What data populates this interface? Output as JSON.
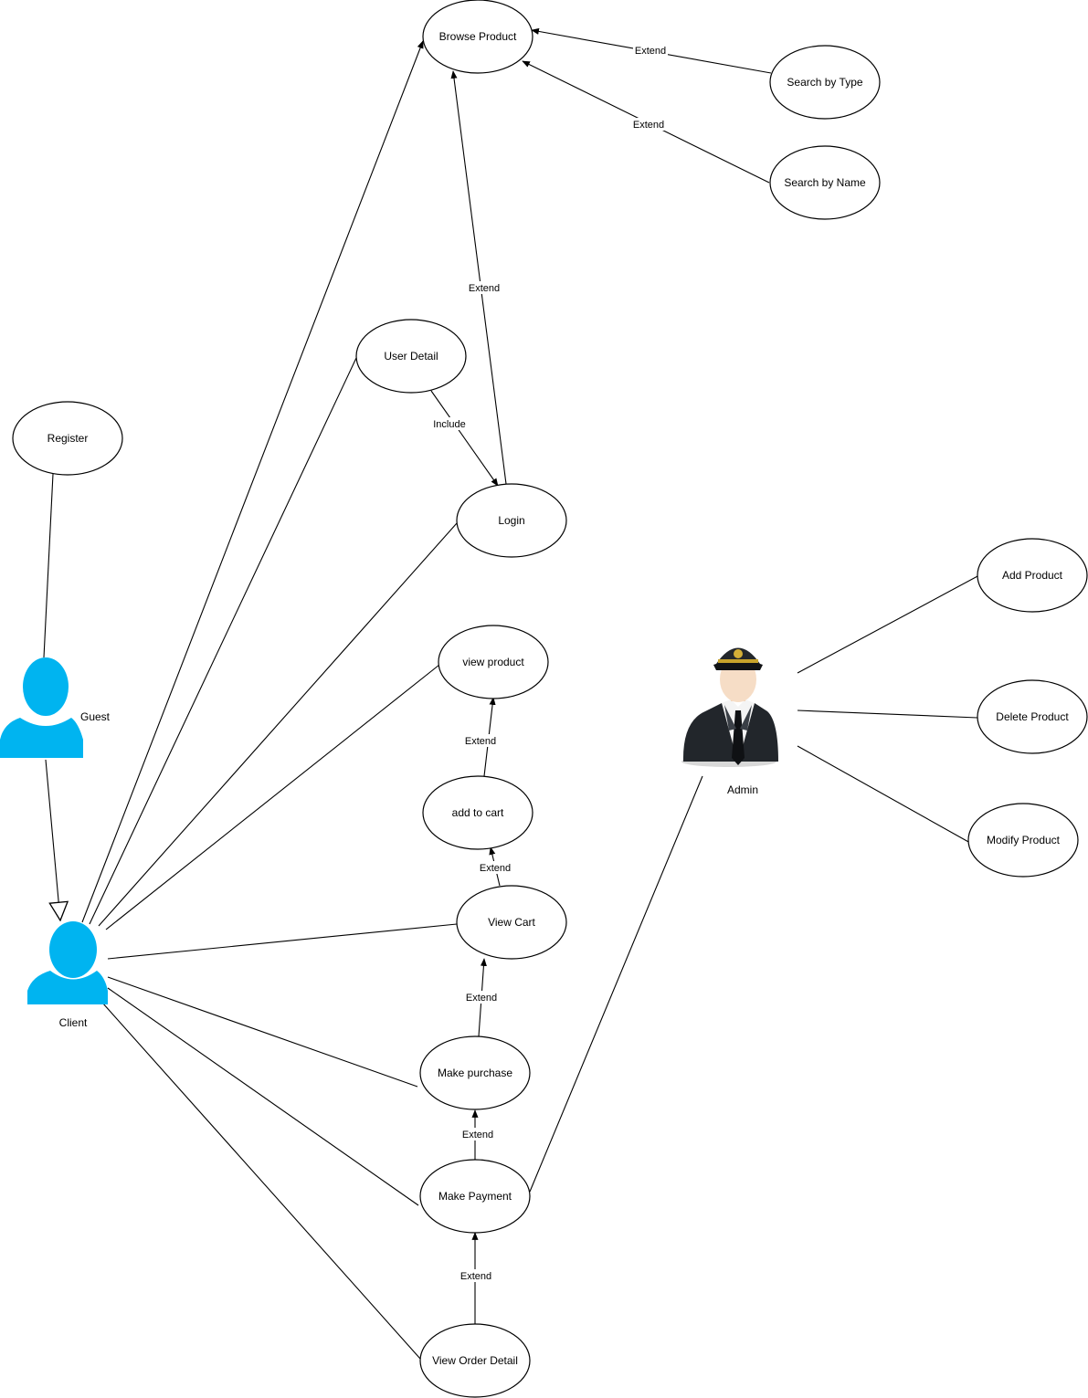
{
  "colors": {
    "actor_fill": "#00b4f0",
    "line": "#000000",
    "background": "#ffffff"
  },
  "actors": {
    "guest": {
      "label": "Guest",
      "icon": "user-silhouette-icon"
    },
    "client": {
      "label": "Client",
      "icon": "user-silhouette-icon"
    },
    "admin": {
      "label": "Admin",
      "icon": "pilot-admin-avatar-icon"
    }
  },
  "use_cases": {
    "browse_product": "Browse Product",
    "search_by_type": "Search by Type",
    "search_by_name": "Search by Name",
    "user_detail": "User Detail",
    "register": "Register",
    "login": "Login",
    "view_product": "view product",
    "add_to_cart": "add to cart",
    "view_cart": "View Cart",
    "make_purchase": "Make purchase",
    "make_payment": "Make Payment",
    "view_order_detail": "View Order Detail",
    "add_product": "Add Product",
    "delete_product": "Delete Product",
    "modify_product": "Modify Product"
  },
  "relations": {
    "extend": "Extend",
    "include": "Include"
  }
}
